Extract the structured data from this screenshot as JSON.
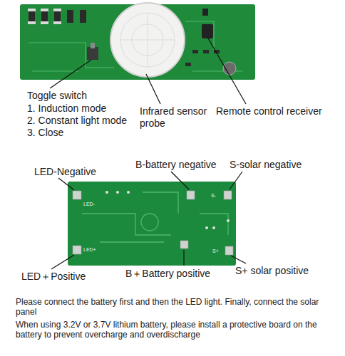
{
  "diagram": {
    "labels": [
      "Toggle switch",
      "1. Induction mode",
      "2. Constant light mode",
      "3. Close",
      "Infrared sensor probe",
      "Remote control receiver",
      "LED-Negative",
      "B-battery negative",
      "S-solar negative",
      "LED＋Positive",
      "B＋Battery positive",
      "S+ solar positive",
      "Please connect the battery first and then the LED light. Finally, connect the solar panel",
      "When using 3.2V or 3.7V lithium battery, please install a protective board on the battery to prevent overcharge and overdischarge",
      "LED-",
      "LED+",
      "S-",
      "S+"
    ]
  }
}
